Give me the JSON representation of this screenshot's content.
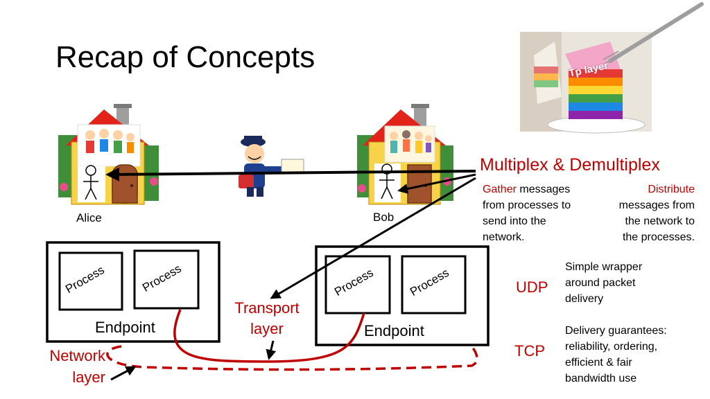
{
  "slide": {
    "title": "Recap of Concepts",
    "alice_label": "Alice",
    "bob_label": "Bob",
    "cake_label": "Tp layer",
    "mux_title": "Multiplex & Demultiplex",
    "gather": {
      "keyword": "Gather",
      "line1_rest": " messages",
      "line2": "from processes to",
      "line3": "send into the",
      "line4": "network."
    },
    "distribute": {
      "keyword": "Distribute",
      "line2": "messages from",
      "line3": "the network to",
      "line4": "the processes."
    },
    "left_endpoint": {
      "label": "Endpoint",
      "process1": "Process",
      "process2": "Process"
    },
    "right_endpoint": {
      "label": "Endpoint",
      "process1": "Process",
      "process2": "Process"
    },
    "transport_label": {
      "line1": "Transport",
      "line2": "layer"
    },
    "network_label": {
      "line1": "Network",
      "line2": "layer"
    },
    "udp": {
      "name": "UDP",
      "line1": "Simple wrapper",
      "line2": "around packet",
      "line3": "delivery"
    },
    "tcp": {
      "name": "TCP",
      "line1": "Delivery guarantees:",
      "line2": "reliability, ordering,",
      "line3": "efficient & fair",
      "line4": "bandwidth use"
    },
    "colors": {
      "accent_red": "#c00000",
      "black": "#000000"
    }
  }
}
